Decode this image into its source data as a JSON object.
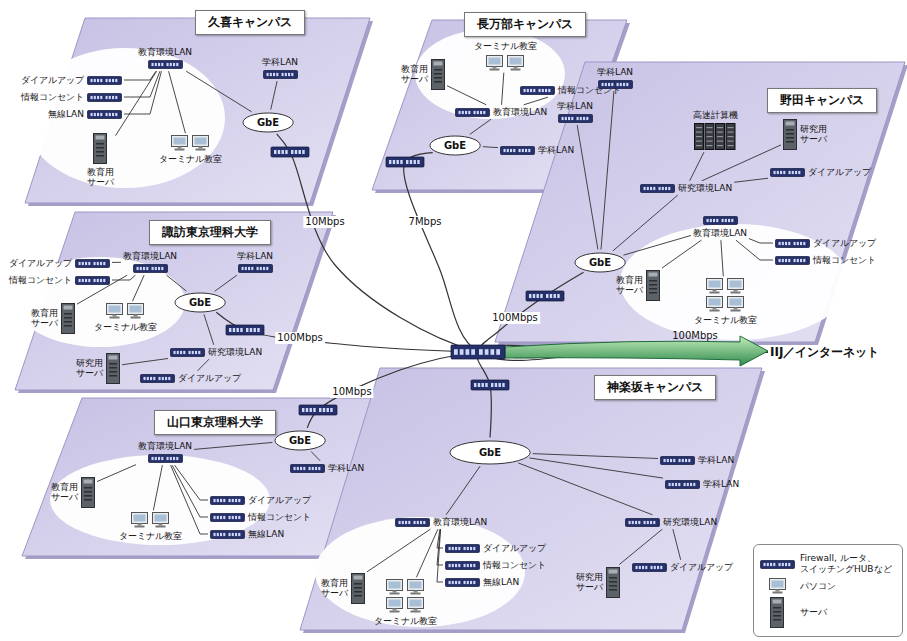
{
  "diagram": {
    "nodes": [
      {
        "text": [
          "久喜キャンパス"
        ]
      },
      {
        "text": [
          "教育環境LAN"
        ],
        "in": 0
      },
      {
        "text": [
          "ダイアルアップ"
        ],
        "in": 0
      },
      {
        "text": [
          "情報コンセント"
        ],
        "in": 0
      },
      {
        "text": [
          "無線LAN"
        ],
        "in": 0
      },
      {
        "text": [
          "教育用 サーバ"
        ],
        "in": 0
      },
      {
        "text": [
          "ターミナル教室"
        ],
        "in": 0
      },
      {
        "text": [
          "学科LAN"
        ],
        "in": 0
      },
      {
        "text": [
          "GbE"
        ],
        "in": 0
      },
      {
        "text": [
          "長万部キャンパス"
        ]
      },
      {
        "text": [
          "ターミナル教室"
        ],
        "in": 9
      },
      {
        "text": [
          "教育用 サーバ"
        ],
        "in": 9
      },
      {
        "text": [
          "情報コンセント"
        ],
        "in": 9
      },
      {
        "text": [
          "教育環境LAN"
        ],
        "in": 9
      },
      {
        "text": [
          "学科LAN"
        ],
        "in": 9
      },
      {
        "text": [
          "GbE"
        ],
        "in": 9
      },
      {
        "text": [
          "野田キャンパス"
        ]
      },
      {
        "text": [
          "学科LAN"
        ],
        "in": 16
      },
      {
        "text": [
          "学科LAN"
        ],
        "in": 16
      },
      {
        "text": [
          "高速計算機"
        ],
        "in": 16
      },
      {
        "text": [
          "研究用 サーバ"
        ],
        "in": 16
      },
      {
        "text": [
          "ダイアルアップ"
        ],
        "in": 16
      },
      {
        "text": [
          "研究環境LAN"
        ],
        "in": 16
      },
      {
        "text": [
          "教育環境LAN"
        ],
        "in": 16
      },
      {
        "text": [
          "ダイアルアップ"
        ],
        "in": 16
      },
      {
        "text": [
          "情報コンセント"
        ],
        "in": 16
      },
      {
        "text": [
          "教育用 サーバ"
        ],
        "in": 16
      },
      {
        "text": [
          "ターミナル教室"
        ],
        "in": 16
      },
      {
        "text": [
          "GbE"
        ],
        "in": 16
      },
      {
        "text": [
          "諏訪東京理科大学"
        ]
      },
      {
        "text": [
          "教育環境LAN"
        ],
        "in": 29
      },
      {
        "text": [
          "ダイアルアップ"
        ],
        "in": 29
      },
      {
        "text": [
          "情報コンセント"
        ],
        "in": 29
      },
      {
        "text": [
          "学科LAN"
        ],
        "in": 29
      },
      {
        "text": [
          "教育用 サーバ"
        ],
        "in": 29
      },
      {
        "text": [
          "ターミナル教室"
        ],
        "in": 29
      },
      {
        "text": [
          "GbE"
        ],
        "in": 29
      },
      {
        "text": [
          "研究環境LAN"
        ],
        "in": 29
      },
      {
        "text": [
          "研究用 サーバ"
        ],
        "in": 29
      },
      {
        "text": [
          "ダイアルアップ"
        ],
        "in": 29
      },
      {
        "text": [
          "山口東京理科大学"
        ]
      },
      {
        "text": [
          "教育環境LAN"
        ],
        "in": 40
      },
      {
        "text": [
          "学科LAN"
        ],
        "in": 40
      },
      {
        "text": [
          "教育用 サーバ"
        ],
        "in": 40
      },
      {
        "text": [
          "ターミナル教室"
        ],
        "in": 40
      },
      {
        "text": [
          "ダイアルアップ"
        ],
        "in": 40
      },
      {
        "text": [
          "情報コンセント"
        ],
        "in": 40
      },
      {
        "text": [
          "無線LAN"
        ],
        "in": 40
      },
      {
        "text": [
          "GbE"
        ],
        "in": 40
      },
      {
        "text": [
          "神楽坂キャンパス"
        ]
      },
      {
        "text": [
          "GbE"
        ],
        "in": 49
      },
      {
        "text": [
          "学科LAN"
        ],
        "in": 49
      },
      {
        "text": [
          "学科LAN"
        ],
        "in": 49
      },
      {
        "text": [
          "研究環境LAN"
        ],
        "in": 49
      },
      {
        "text": [
          "教育環境LAN"
        ],
        "in": 49
      },
      {
        "text": [
          "ダイアルアップ"
        ],
        "in": 49
      },
      {
        "text": [
          "情報コンセント"
        ],
        "in": 49
      },
      {
        "text": [
          "無線LAN"
        ],
        "in": 49
      },
      {
        "text": [
          "研究用 サーバ"
        ],
        "in": 49
      },
      {
        "text": [
          "ダイアルアップ"
        ],
        "in": 49
      },
      {
        "text": [
          "教育用 サーバ"
        ],
        "in": 49
      },
      {
        "text": [
          "ターミナル教室"
        ],
        "in": 49
      },
      {
        "text": [
          "IIJ／インターネット"
        ]
      }
    ],
    "edges": [
      {
        "from": 1,
        "to": 2,
        "arrow": "none"
      },
      {
        "from": 1,
        "to": 3,
        "arrow": "none"
      },
      {
        "from": 1,
        "to": 4,
        "arrow": "none"
      },
      {
        "from": 1,
        "to": 5,
        "arrow": "none"
      },
      {
        "from": 1,
        "to": 6,
        "arrow": "none"
      },
      {
        "from": 1,
        "to": 8,
        "arrow": "none"
      },
      {
        "from": 7,
        "to": 8,
        "arrow": "none"
      },
      {
        "from": 8,
        "to": 62,
        "label": "10Mbps",
        "arrow": "none"
      },
      {
        "from": 13,
        "to": 10,
        "arrow": "none"
      },
      {
        "from": 13,
        "to": 11,
        "arrow": "none"
      },
      {
        "from": 13,
        "to": 12,
        "arrow": "none"
      },
      {
        "from": 13,
        "to": 15,
        "arrow": "none"
      },
      {
        "from": 14,
        "to": 15,
        "arrow": "none"
      },
      {
        "from": 15,
        "to": 62,
        "label": "7Mbps",
        "arrow": "none"
      },
      {
        "from": 22,
        "to": 19,
        "arrow": "none"
      },
      {
        "from": 22,
        "to": 20,
        "arrow": "none"
      },
      {
        "from": 22,
        "to": 21,
        "arrow": "none"
      },
      {
        "from": 22,
        "to": 28,
        "arrow": "none"
      },
      {
        "from": 23,
        "to": 24,
        "arrow": "none"
      },
      {
        "from": 23,
        "to": 25,
        "arrow": "none"
      },
      {
        "from": 23,
        "to": 26,
        "arrow": "none"
      },
      {
        "from": 23,
        "to": 27,
        "arrow": "none"
      },
      {
        "from": 23,
        "to": 28,
        "arrow": "none"
      },
      {
        "from": 17,
        "to": 28,
        "arrow": "none"
      },
      {
        "from": 18,
        "to": 28,
        "arrow": "none"
      },
      {
        "from": 28,
        "to": 62,
        "label": "100Mbps",
        "arrow": "none"
      },
      {
        "from": 30,
        "to": 31,
        "arrow": "none"
      },
      {
        "from": 30,
        "to": 32,
        "arrow": "none"
      },
      {
        "from": 30,
        "to": 34,
        "arrow": "none"
      },
      {
        "from": 30,
        "to": 35,
        "arrow": "none"
      },
      {
        "from": 30,
        "to": 36,
        "arrow": "none"
      },
      {
        "from": 33,
        "to": 36,
        "arrow": "none"
      },
      {
        "from": 37,
        "to": 36,
        "arrow": "none"
      },
      {
        "from": 37,
        "to": 38,
        "arrow": "none"
      },
      {
        "from": 37,
        "to": 39,
        "arrow": "none"
      },
      {
        "from": 36,
        "to": 62,
        "label": "100Mbps",
        "arrow": "none"
      },
      {
        "from": 41,
        "to": 43,
        "arrow": "none"
      },
      {
        "from": 41,
        "to": 44,
        "arrow": "none"
      },
      {
        "from": 41,
        "to": 45,
        "arrow": "none"
      },
      {
        "from": 41,
        "to": 46,
        "arrow": "none"
      },
      {
        "from": 41,
        "to": 47,
        "arrow": "none"
      },
      {
        "from": 41,
        "to": 48,
        "arrow": "none"
      },
      {
        "from": 42,
        "to": 48,
        "arrow": "none"
      },
      {
        "from": 48,
        "to": 62,
        "label": "10Mbps",
        "arrow": "none"
      },
      {
        "from": 54,
        "to": 55,
        "arrow": "none"
      },
      {
        "from": 54,
        "to": 56,
        "arrow": "none"
      },
      {
        "from": 54,
        "to": 57,
        "arrow": "none"
      },
      {
        "from": 54,
        "to": 60,
        "arrow": "none"
      },
      {
        "from": 54,
        "to": 61,
        "arrow": "none"
      },
      {
        "from": 54,
        "to": 50,
        "arrow": "none"
      },
      {
        "from": 51,
        "to": 50,
        "arrow": "none"
      },
      {
        "from": 52,
        "to": 50,
        "arrow": "none"
      },
      {
        "from": 53,
        "to": 50,
        "arrow": "none"
      },
      {
        "from": 53,
        "to": 58,
        "arrow": "none"
      },
      {
        "from": 53,
        "to": 59,
        "arrow": "none"
      },
      {
        "from": 50,
        "to": 62,
        "arrow": "none"
      }
    ],
    "labels": [
      "100Mbps"
    ],
    "legend": [
      {
        "text": "Firewall, ルータ、 スイッチングHUBなど"
      },
      {
        "text": "パソコン"
      },
      {
        "text": "サーバ"
      }
    ]
  }
}
